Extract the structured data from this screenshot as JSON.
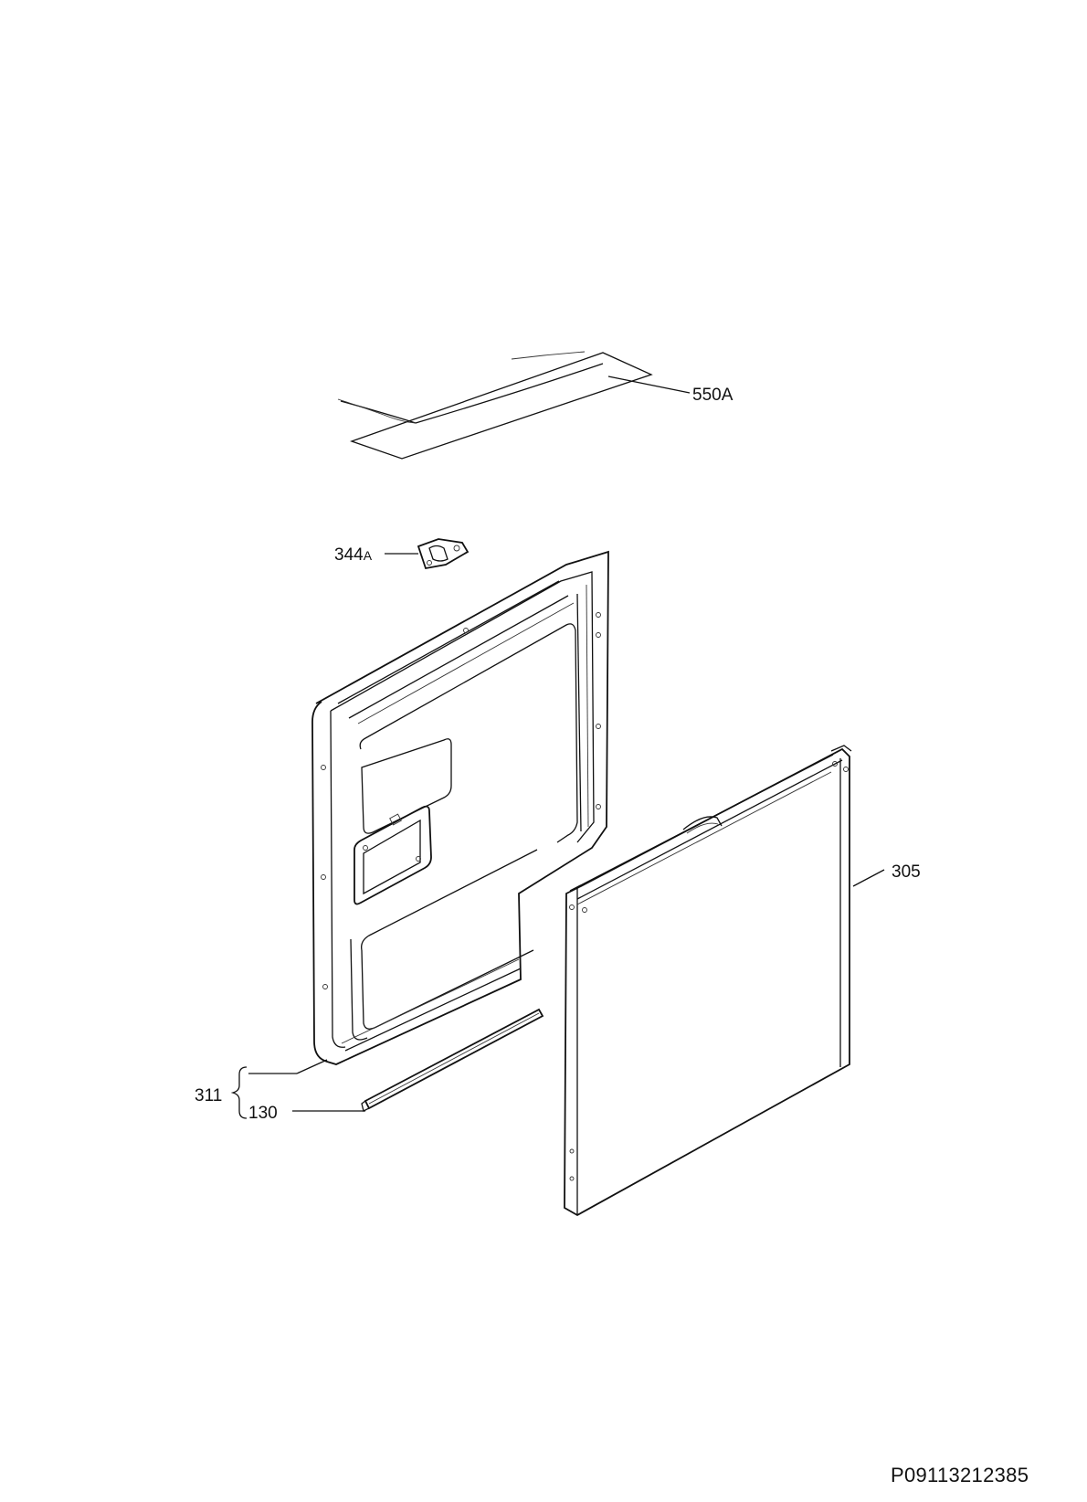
{
  "parts": {
    "p550a": "550A",
    "p344a_num": "344",
    "p344a_suffix": "A",
    "p305": "305",
    "p311": "311",
    "p130": "130"
  },
  "document_code": "P09113212385",
  "colors": {
    "line": "#111111",
    "background": "#ffffff"
  }
}
